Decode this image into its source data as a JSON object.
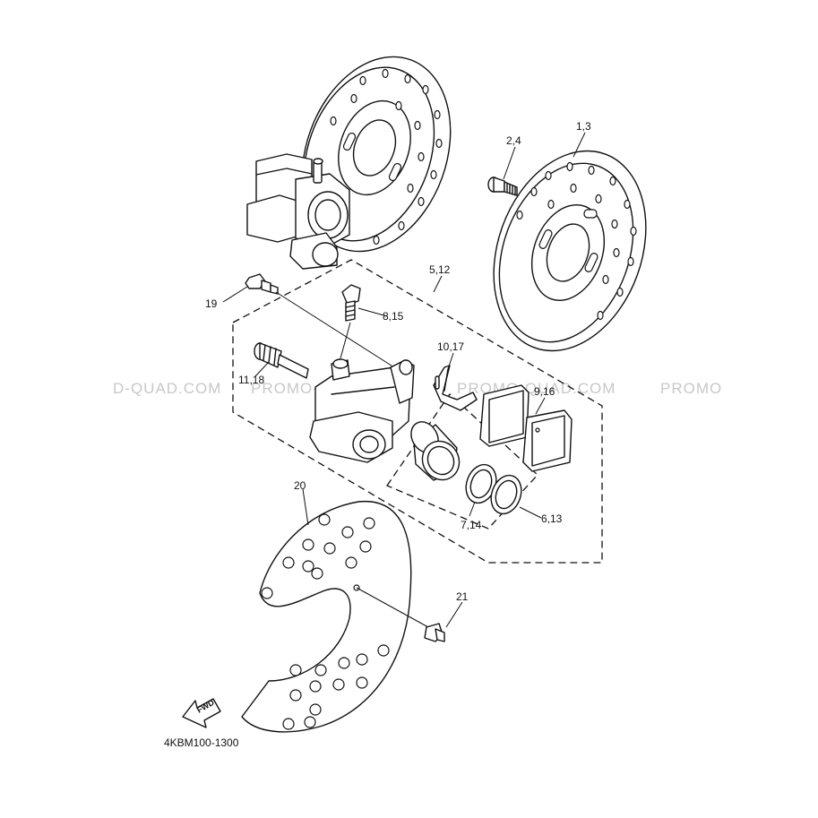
{
  "watermark": {
    "segments": [
      "D-QUAD.COM",
      "PROMO-QUAD.COM",
      "PROMO-QUAD.COM",
      "PROMO"
    ]
  },
  "callouts": {
    "c_2_4": "2,4",
    "c_1_3": "1,3",
    "c_5_12": "5,12",
    "c_19": "19",
    "c_8_15": "8,15",
    "c_10_17": "10,17",
    "c_11_18": "11,18",
    "c_9_16": "9,16",
    "c_20": "20",
    "c_7_14": "7,14",
    "c_6_13": "6,13",
    "c_21": "21"
  },
  "fwd_label": "FWD",
  "diagram_code": "4KBM100-1300"
}
